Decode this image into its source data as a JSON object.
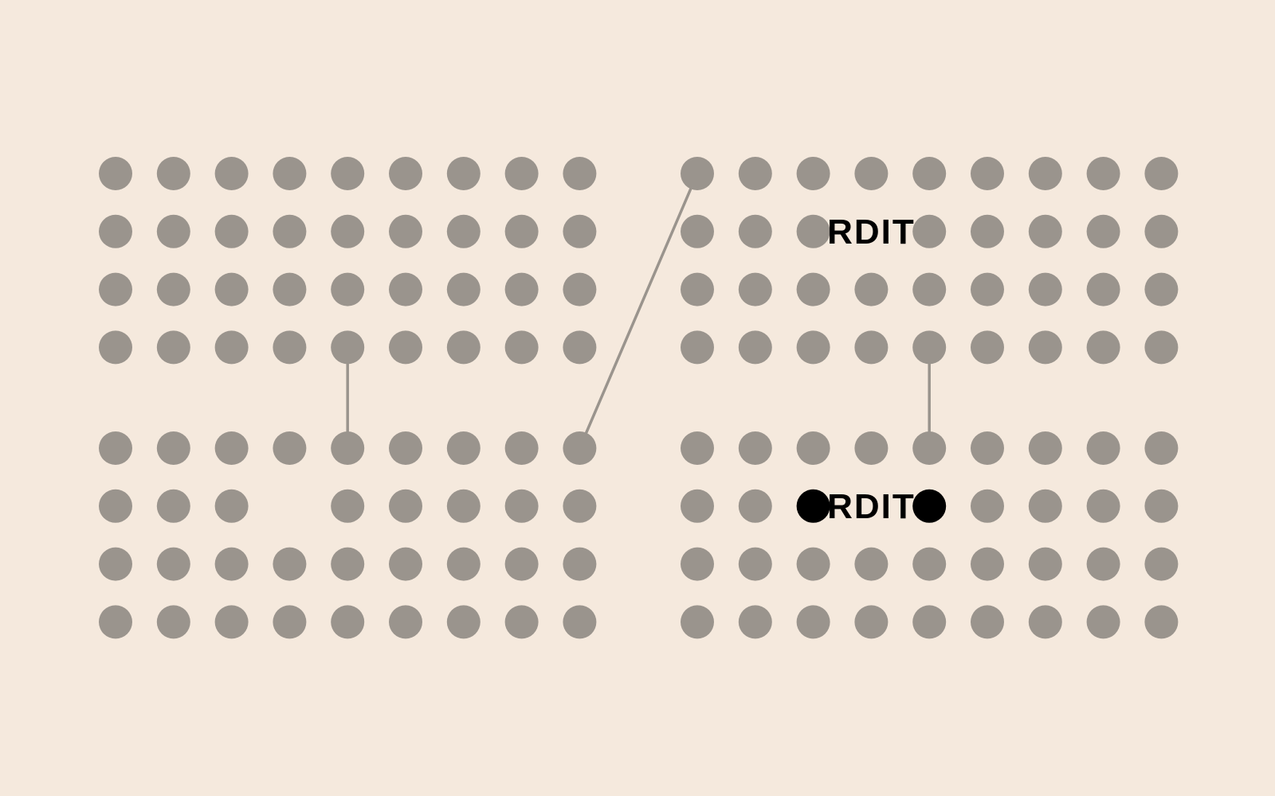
{
  "grid": {
    "block_rows": 4,
    "block_cols": 9,
    "blocks": [
      "top-left",
      "top-right",
      "bottom-left",
      "bottom-right"
    ]
  },
  "colors": {
    "background": "#f5e9dd",
    "hole": "#9a948d",
    "active_hole": "#000000",
    "wire": "#9a948d",
    "label": "#000000"
  },
  "missing_holes": [
    {
      "block": "bottom-left",
      "row": 1,
      "col": 3
    }
  ],
  "active_holes": [
    {
      "block": "bottom-right",
      "row": 1,
      "col": 2
    },
    {
      "block": "bottom-right",
      "row": 1,
      "col": 4
    }
  ],
  "wires": [
    {
      "from": {
        "block": "top-left",
        "row": 3,
        "col": 4
      },
      "to": {
        "block": "bottom-left",
        "row": 0,
        "col": 4
      }
    },
    {
      "from": {
        "block": "bottom-left",
        "row": 0,
        "col": 8
      },
      "to": {
        "block": "top-right",
        "row": 0,
        "col": 0
      }
    },
    {
      "from": {
        "block": "top-right",
        "row": 3,
        "col": 4
      },
      "to": {
        "block": "bottom-right",
        "row": 0,
        "col": 4
      }
    }
  ],
  "labels": [
    {
      "text": "RDIT",
      "block": "top-right",
      "row": 1
    },
    {
      "text": "RDIT",
      "block": "bottom-right",
      "row": 1
    }
  ]
}
